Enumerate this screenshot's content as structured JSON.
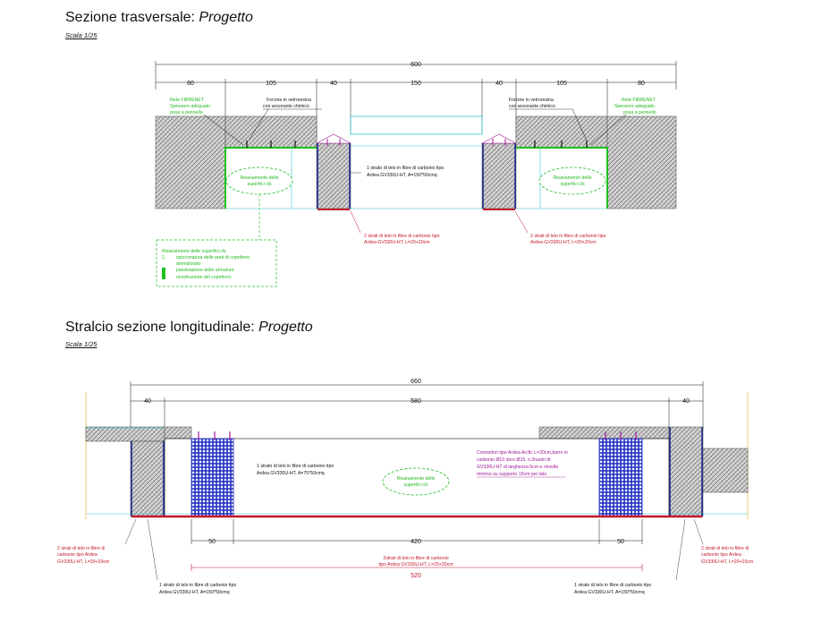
{
  "section1": {
    "title_plain": "Sezione trasversale: ",
    "title_italic": "Progetto",
    "scale": "Scala 1/25",
    "overall_dim": "600",
    "dims": [
      "80",
      "105",
      "40",
      "150",
      "40",
      "105",
      "80"
    ],
    "note_rete_l1": "Rete FIBRENET",
    "note_rete_l2": "Spessore adeguato",
    "note_rete_l3": "posa a pennello",
    "note_forcine_l1": "Forcine in vetroresina",
    "note_forcine_l2": "con ancorante chimico",
    "risan_l1": "Risanamento delle",
    "risan_l2": "superfici cls",
    "carbon1_l1": "1 strato di telo in fibre di carbonio tipo",
    "carbon1_l2": "Ardea GV330U-HT, A=150*50cmq",
    "carbon2_l1": "2 strati di telo in fibre di carbonio tipo",
    "carbon2_l2": "Ardea GV330U-HT, L=20+20cm",
    "legend": {
      "l1": "Risanamento delle superfici cls.",
      "l2": "1.",
      "l3": "spicconatura delle parti di copriferro",
      "l4": "ammalorato",
      "l5": "passivazione delle armature",
      "l6": "ricostruzione del copriferro."
    }
  },
  "section2": {
    "title_plain": "Stralcio sezione longitudinale: ",
    "title_italic": "Progetto",
    "scale": "Scala 1/25",
    "overall_dim": "660",
    "dim_left": "40",
    "dim_mid": "580",
    "dim_right": "40",
    "dim_b1": "50",
    "dim_b2": "420",
    "dim_b3": "50",
    "carbon_mid_l1": "1 strato di telo in fibre di carbonio tipo",
    "carbon_mid_l2": "Ardea GV330U-HT, A=75*50cmq",
    "risan_l1": "Risanamento delle",
    "risan_l2": "superfici cls",
    "conn_l1": "Connettori tipo Ardea Arcfic L=20cm,barre in",
    "conn_l2": "carbonio Ø10 doro Ø15, n.2nastri di",
    "conn_l3": "GV330U-HT di larghezza 5cm e risvolto",
    "conn_l4": "minimo su supporto 15cm per lato",
    "left_red_l1": "2 strati di telo in fibre di",
    "left_red_l2": "carbonio tipo Ardea",
    "left_red_l3": "GV330U-HT, L=20+20cm",
    "bottom_red_l1": "2strati di telo in fibre di carbonio",
    "bottom_red_l2": "tipo Ardea GV330U-HT, L=20+20cm",
    "bottom_dim": "520",
    "blue_l_l1": "1 strato di telo in fibre di carbonio tipo",
    "blue_l_l2": "Ardea GV330U-HT, A=150*50cmq",
    "blue_r_l1": "1 strato di telo in fibre di carbonio tipo",
    "blue_r_l2": "Ardea GV330U-HT, A=150*50cmq"
  }
}
